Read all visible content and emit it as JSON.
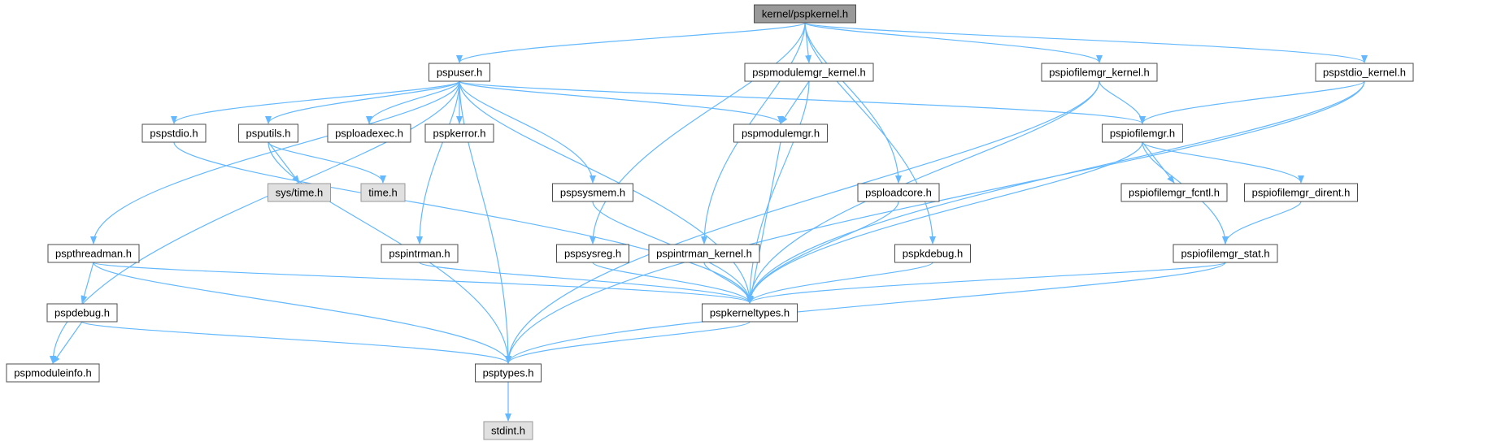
{
  "colors": {
    "edge": "#63b8ff",
    "node_border": "#4d4d4d",
    "node_fill": "#ffffff",
    "focus_fill": "#999999",
    "system_fill": "#e0e0e0",
    "system_border": "#999999",
    "text": "#000000"
  },
  "nodes": [
    {
      "id": "pspkernel",
      "label": "kernel/pspkernel.h",
      "kind": "focus"
    },
    {
      "id": "pspuser",
      "label": "pspuser.h",
      "kind": "file"
    },
    {
      "id": "pspmodulemgr_kernel",
      "label": "pspmodulemgr_kernel.h",
      "kind": "file"
    },
    {
      "id": "pspiofilemgr_kernel",
      "label": "pspiofilemgr_kernel.h",
      "kind": "file"
    },
    {
      "id": "pspstdio_kernel",
      "label": "pspstdio_kernel.h",
      "kind": "file"
    },
    {
      "id": "pspstdio",
      "label": "pspstdio.h",
      "kind": "file"
    },
    {
      "id": "psputils",
      "label": "psputils.h",
      "kind": "file"
    },
    {
      "id": "psploadexec",
      "label": "psploadexec.h",
      "kind": "file"
    },
    {
      "id": "pspkerror",
      "label": "pspkerror.h",
      "kind": "file"
    },
    {
      "id": "pspmodulemgr",
      "label": "pspmodulemgr.h",
      "kind": "file"
    },
    {
      "id": "pspiofilemgr",
      "label": "pspiofilemgr.h",
      "kind": "file"
    },
    {
      "id": "systime",
      "label": "sys/time.h",
      "kind": "system"
    },
    {
      "id": "time",
      "label": "time.h",
      "kind": "system"
    },
    {
      "id": "pspsysmem",
      "label": "pspsysmem.h",
      "kind": "file"
    },
    {
      "id": "psploadcore",
      "label": "psploadcore.h",
      "kind": "file"
    },
    {
      "id": "pspiofilemgr_fcntl",
      "label": "pspiofilemgr_fcntl.h",
      "kind": "file"
    },
    {
      "id": "pspiofilemgr_dirent",
      "label": "pspiofilemgr_dirent.h",
      "kind": "file"
    },
    {
      "id": "pspthreadman",
      "label": "pspthreadman.h",
      "kind": "file"
    },
    {
      "id": "pspintrman",
      "label": "pspintrman.h",
      "kind": "file"
    },
    {
      "id": "pspsysreg",
      "label": "pspsysreg.h",
      "kind": "file"
    },
    {
      "id": "pspintrman_kernel",
      "label": "pspintrman_kernel.h",
      "kind": "file"
    },
    {
      "id": "pspkdebug",
      "label": "pspkdebug.h",
      "kind": "file"
    },
    {
      "id": "pspiofilemgr_stat",
      "label": "pspiofilemgr_stat.h",
      "kind": "file"
    },
    {
      "id": "pspdebug",
      "label": "pspdebug.h",
      "kind": "file"
    },
    {
      "id": "pspkerneltypes",
      "label": "pspkerneltypes.h",
      "kind": "file"
    },
    {
      "id": "pspmoduleinfo",
      "label": "pspmoduleinfo.h",
      "kind": "file"
    },
    {
      "id": "psptypes",
      "label": "psptypes.h",
      "kind": "file"
    },
    {
      "id": "stdint",
      "label": "stdint.h",
      "kind": "system"
    }
  ],
  "edges": [
    [
      "pspkernel",
      "pspuser"
    ],
    [
      "pspkernel",
      "pspmodulemgr_kernel"
    ],
    [
      "pspkernel",
      "pspiofilemgr_kernel"
    ],
    [
      "pspkernel",
      "pspstdio_kernel"
    ],
    [
      "pspkernel",
      "psploadcore"
    ],
    [
      "pspkernel",
      "pspkdebug"
    ],
    [
      "pspkernel",
      "pspsysreg"
    ],
    [
      "pspkernel",
      "pspintrman_kernel"
    ],
    [
      "pspuser",
      "pspstdio"
    ],
    [
      "pspuser",
      "psputils"
    ],
    [
      "pspuser",
      "psploadexec"
    ],
    [
      "pspuser",
      "pspkerror"
    ],
    [
      "pspuser",
      "pspmodulemgr"
    ],
    [
      "pspuser",
      "pspiofilemgr"
    ],
    [
      "pspuser",
      "pspsysmem"
    ],
    [
      "pspuser",
      "pspthreadman"
    ],
    [
      "pspuser",
      "pspintrman"
    ],
    [
      "pspuser",
      "pspmoduleinfo"
    ],
    [
      "pspuser",
      "psptypes"
    ],
    [
      "pspuser",
      "pspkerneltypes"
    ],
    [
      "pspmodulemgr_kernel",
      "pspmodulemgr"
    ],
    [
      "pspmodulemgr_kernel",
      "pspkerneltypes"
    ],
    [
      "pspiofilemgr_kernel",
      "pspiofilemgr"
    ],
    [
      "pspiofilemgr_kernel",
      "pspkerneltypes"
    ],
    [
      "pspiofilemgr_kernel",
      "psptypes"
    ],
    [
      "pspstdio_kernel",
      "pspiofilemgr"
    ],
    [
      "pspstdio_kernel",
      "pspkerneltypes"
    ],
    [
      "pspstdio_kernel",
      "psptypes"
    ],
    [
      "psputils",
      "systime"
    ],
    [
      "psputils",
      "time"
    ],
    [
      "psputils",
      "psptypes"
    ],
    [
      "pspstdio",
      "pspkerneltypes"
    ],
    [
      "pspmodulemgr",
      "pspkerneltypes"
    ],
    [
      "pspiofilemgr",
      "pspiofilemgr_fcntl"
    ],
    [
      "pspiofilemgr",
      "pspiofilemgr_dirent"
    ],
    [
      "pspiofilemgr",
      "pspiofilemgr_stat"
    ],
    [
      "pspiofilemgr",
      "pspkerneltypes"
    ],
    [
      "pspiofilemgr_dirent",
      "pspiofilemgr_stat"
    ],
    [
      "pspiofilemgr_stat",
      "pspkerneltypes"
    ],
    [
      "pspiofilemgr_stat",
      "psptypes"
    ],
    [
      "pspsysmem",
      "pspkerneltypes"
    ],
    [
      "psploadcore",
      "pspkerneltypes"
    ],
    [
      "pspkdebug",
      "pspkerneltypes"
    ],
    [
      "pspsysreg",
      "pspkerneltypes"
    ],
    [
      "pspintrman_kernel",
      "pspkerneltypes"
    ],
    [
      "pspintrman",
      "pspkerneltypes"
    ],
    [
      "pspthreadman",
      "pspdebug"
    ],
    [
      "pspthreadman",
      "pspkerneltypes"
    ],
    [
      "pspthreadman",
      "psptypes"
    ],
    [
      "pspdebug",
      "pspmoduleinfo"
    ],
    [
      "pspdebug",
      "psptypes"
    ],
    [
      "pspkerneltypes",
      "psptypes"
    ],
    [
      "psptypes",
      "stdint"
    ]
  ]
}
